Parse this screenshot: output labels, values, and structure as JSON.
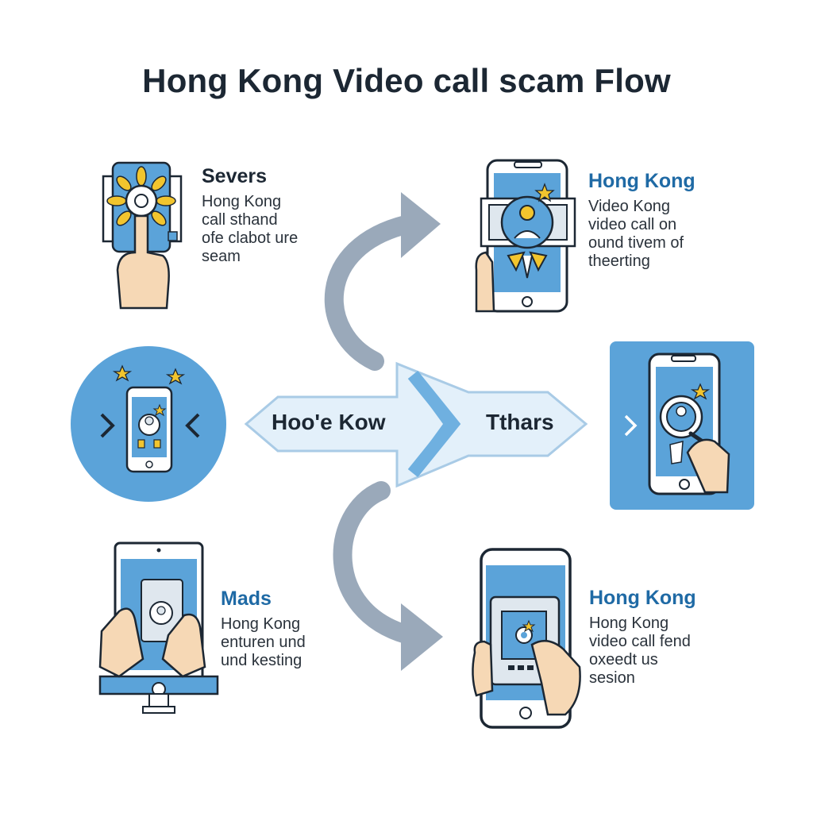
{
  "title": "Hong Kong Video call scam Flow",
  "banner": {
    "left_label": "Hoo'e Kow",
    "right_label": "Tthars"
  },
  "blocks": {
    "top_left": {
      "heading": "Severs",
      "lines": [
        "Hong Kong",
        "call  sthand",
        "ofe clabot ure",
        "seam"
      ]
    },
    "top_right": {
      "heading": "Hong Kong",
      "lines": [
        "Video Kong",
        "video call on",
        "ound tivem of",
        "theerting"
      ]
    },
    "bottom_left": {
      "heading": "Mads",
      "lines": [
        "Hong Kong",
        "enturen und",
        "und kesting"
      ]
    },
    "bottom_right": {
      "heading": "Hong Kong",
      "lines": [
        "Hong Kong",
        "video call fend",
        "oxeedt  us",
        "sesion"
      ]
    }
  },
  "colors": {
    "blue": "#5ba3d9",
    "light_blue": "#d6eaf8",
    "banner_fill": "#e3f0fa",
    "arrow_gray": "#9aa9ba",
    "outline": "#1c2733",
    "skin": "#f6d8b5",
    "yellow": "#f2c52e",
    "heading_blue": "#1f6aa5"
  }
}
